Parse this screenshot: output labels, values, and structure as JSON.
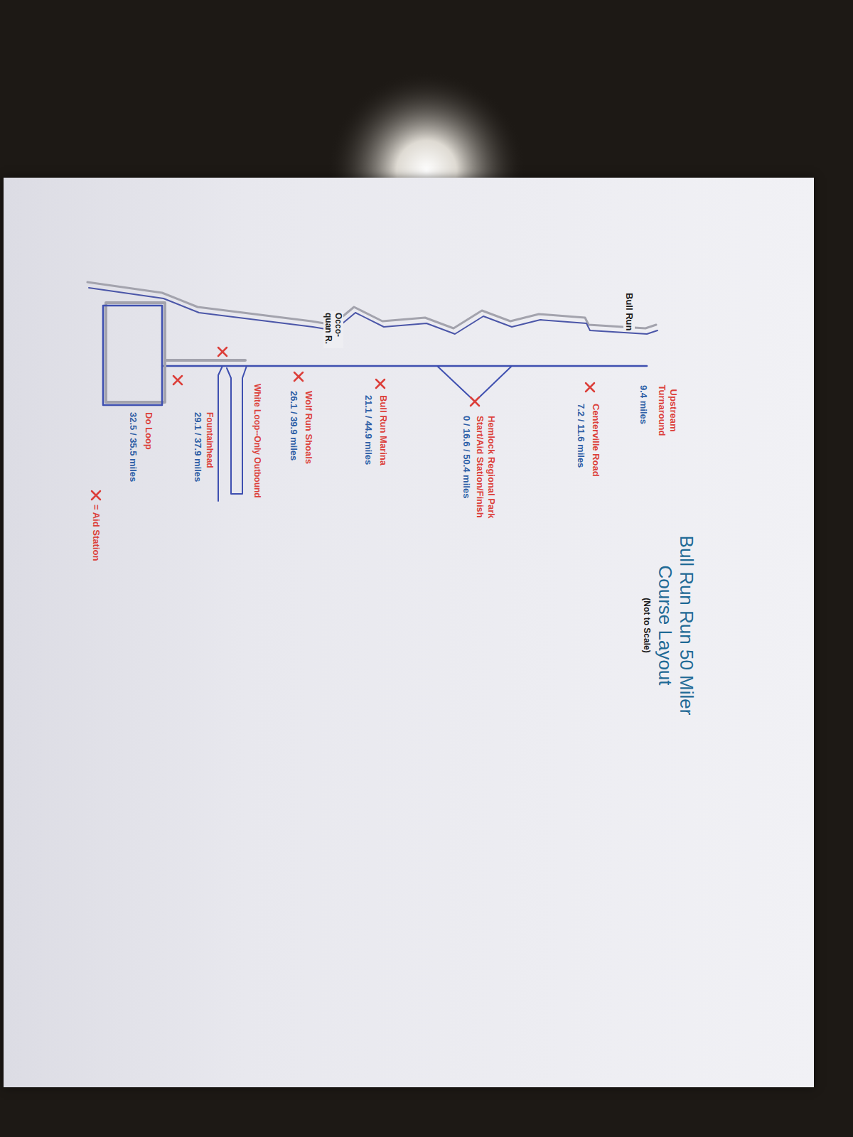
{
  "diagram": {
    "title": "Bull Run Run 50 Miler Course Layout",
    "labels": [
      "(Not to Scale)",
      "Bull Run",
      "Upstream Turnaround",
      "9.4 miles",
      "Centerville Road",
      "7.2 / 11.6 miles",
      "Hemlock Regional Park Start/Aid Station/Finish",
      "0 / 16.6 / 50.4 miles",
      "Occo- quan R.",
      "Bull Run Marina",
      "21.1 / 44.9 miles",
      "Wolf Run Shoals",
      "26.1 / 39.9 miles",
      "White Loop--Only Outbound",
      "Fountainhead",
      "29.1 / 37.9 miles",
      "Do Loop",
      "32.5 / 35.5 miles"
    ],
    "legend": [
      {
        "text": "= Aid Station"
      }
    ]
  }
}
